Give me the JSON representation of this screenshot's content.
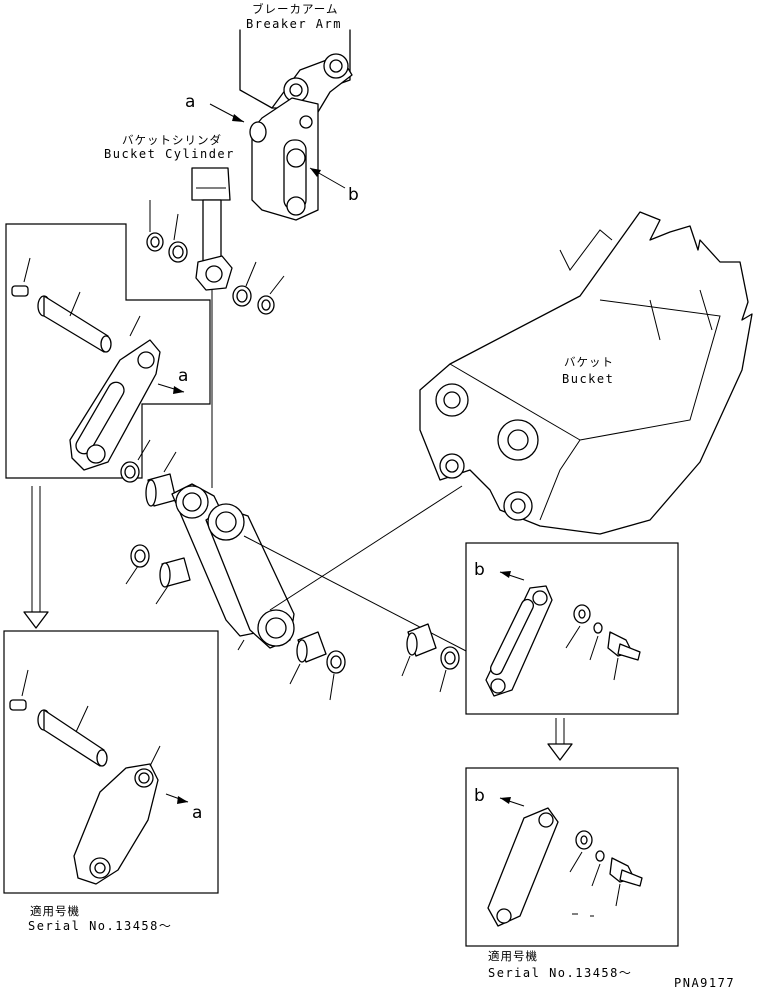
{
  "labels": {
    "breaker_arm_jp": "ブレーカアーム",
    "breaker_arm_en": "Breaker Arm",
    "bucket_cylinder_jp": "バケットシリンダ",
    "bucket_cylinder_en": "Bucket Cylinder",
    "bucket_jp": "バケット",
    "bucket_en": "Bucket",
    "callout_a": "a",
    "callout_b": "b",
    "serial_jp": "適用号機",
    "serial_en": "Serial No.13458～",
    "drawing_code": "PNA9177"
  },
  "icons": [
    "arrow-down-icon",
    "arrow-callout-icon"
  ],
  "colors": {
    "line": "#000000",
    "background": "#ffffff"
  }
}
